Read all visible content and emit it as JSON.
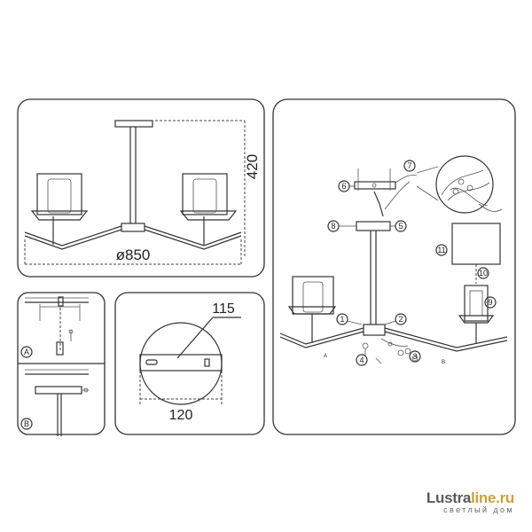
{
  "overview": {
    "height_label": "420",
    "diameter_label": "ø850"
  },
  "steps": {
    "step_a": "A",
    "step_b": "B"
  },
  "plate": {
    "top_dimension": "115",
    "bottom_dimension": "120"
  },
  "assembly": {
    "callouts": [
      "1",
      "2",
      "3",
      "4",
      "5",
      "6",
      "7",
      "8",
      "9",
      "10",
      "11"
    ],
    "arm_labels": [
      "A",
      "B"
    ]
  },
  "watermark": {
    "brand_main": "Lustra",
    "brand_accent": "line.ru",
    "brand_sub": "светлый дом",
    "colors": {
      "text": "#5a5a5a",
      "accent": "#c9a23a"
    }
  }
}
